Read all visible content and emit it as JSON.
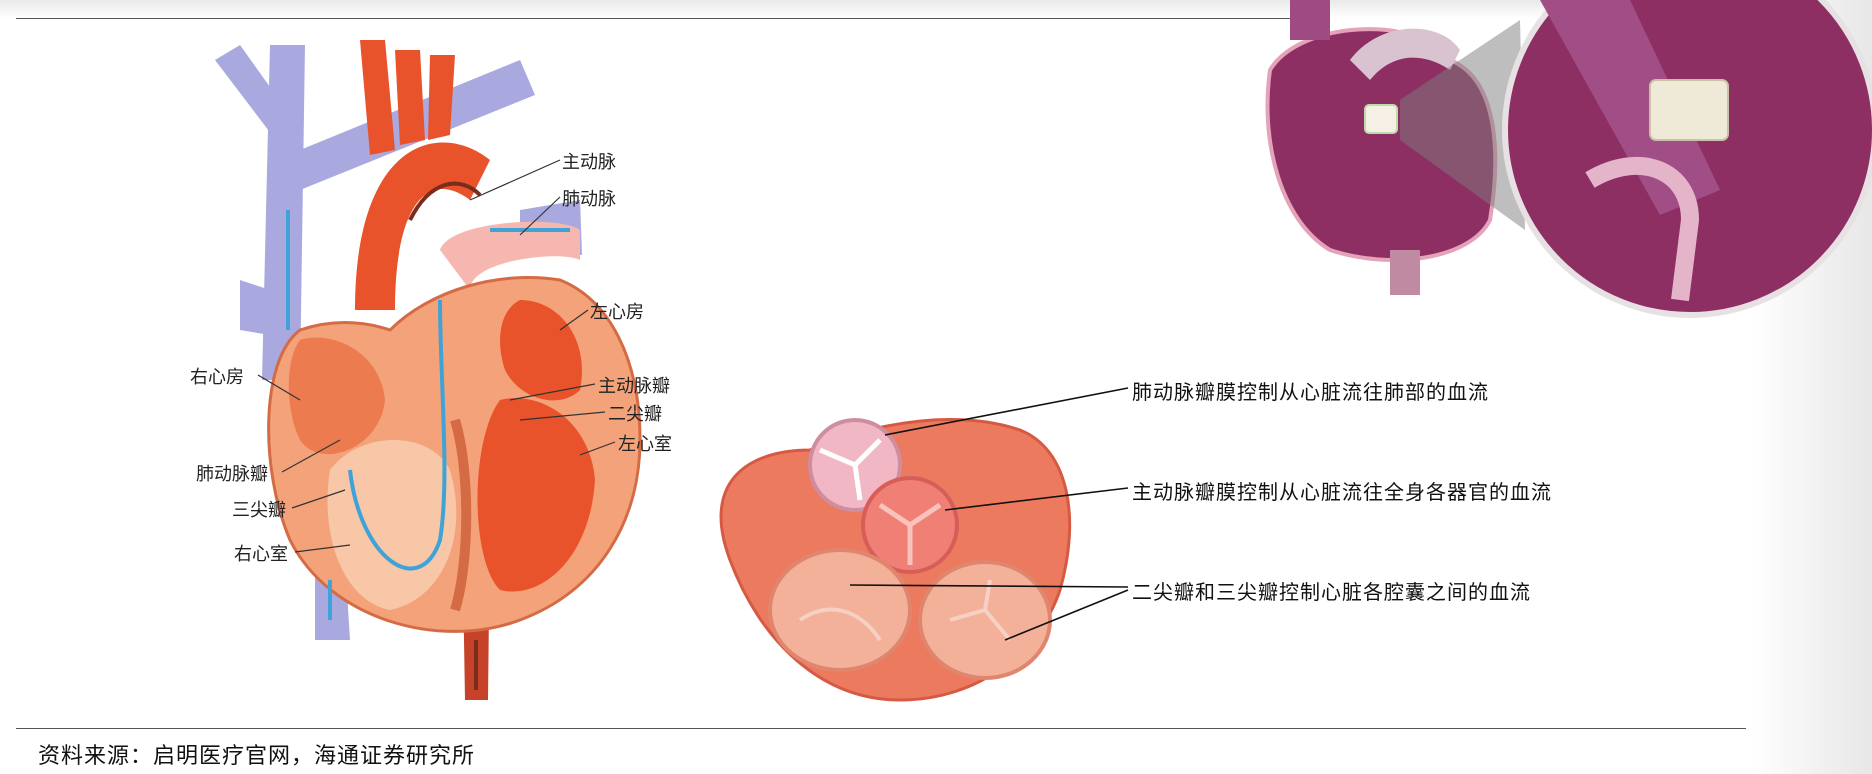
{
  "heart_labels": {
    "aorta": "主动脉",
    "pulmonary_artery": "肺动脉",
    "left_atrium": "左心房",
    "right_atrium": "右心房",
    "aortic_valve": "主动脉瓣",
    "mitral_valve": "二尖瓣",
    "left_ventricle": "左心室",
    "pulmonary_valve": "肺动脉瓣",
    "tricuspid_valve": "三尖瓣",
    "right_ventricle": "右心室"
  },
  "valve_notes": {
    "pulmonary": "肺动脉瓣膜控制从心脏流往肺部的血流",
    "aortic": "主动脉瓣膜控制从心脏流往全身各器官的血流",
    "mitral_tricuspid": "二尖瓣和三尖瓣控制心脏各腔囊之间的血流"
  },
  "source": "资料来源：启明医疗官网，海通证券研究所",
  "colors": {
    "venous_blue": "#a9a9df",
    "arterial_red": "#e8532c",
    "flow_arrow": "#3fa3d8",
    "heart_wall": "#f4a27a",
    "inset_purple": "#8e2f64"
  }
}
